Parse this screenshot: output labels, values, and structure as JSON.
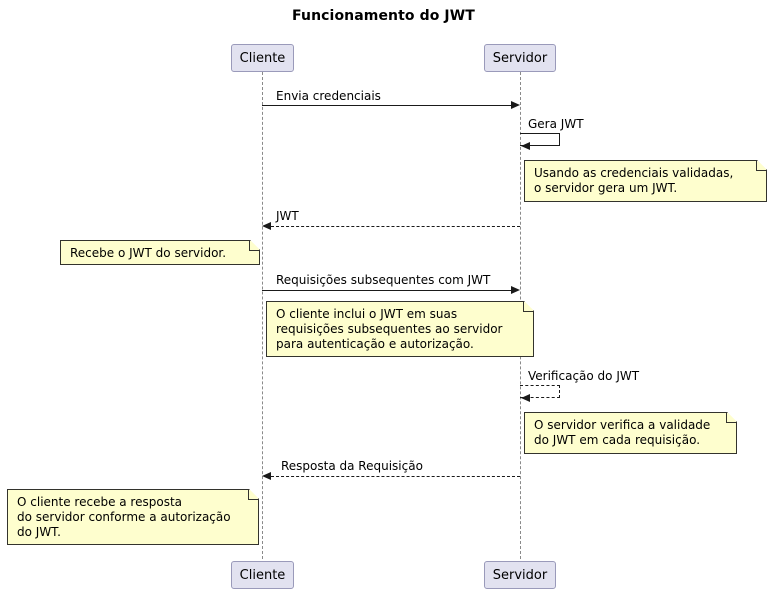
{
  "diagram": {
    "type": "uml-sequence-diagram",
    "title": "Funcionamento do JWT",
    "colors": {
      "participant_fill": "#E2E2F0",
      "participant_border": "#9A9ABA",
      "note_fill": "#FEFECE",
      "note_border": "#33332D",
      "line": "#1a1a1a",
      "lifeline": "#8a8a8a",
      "background": "#FFFFFF"
    }
  },
  "participants": [
    {
      "id": "cliente",
      "label": "Cliente"
    },
    {
      "id": "servidor",
      "label": "Servidor"
    }
  ],
  "participants_bottom": [
    {
      "id": "cliente-bottom",
      "label": "Cliente"
    },
    {
      "id": "servidor-bottom",
      "label": "Servidor"
    }
  ],
  "messages": [
    {
      "id": "m1",
      "label": "Envia credenciais",
      "from": "cliente",
      "to": "servidor",
      "style": "solid",
      "direction": "right"
    },
    {
      "id": "m2",
      "label": "Gera JWT",
      "from": "servidor",
      "to": "servidor",
      "style": "solid",
      "direction": "self"
    },
    {
      "id": "m3",
      "label": "JWT",
      "from": "servidor",
      "to": "cliente",
      "style": "dashed",
      "direction": "left"
    },
    {
      "id": "m4",
      "label": "Requisições subsequentes com JWT",
      "from": "cliente",
      "to": "servidor",
      "style": "solid",
      "direction": "right"
    },
    {
      "id": "m5",
      "label": "Verificação do JWT",
      "from": "servidor",
      "to": "servidor",
      "style": "dashed",
      "direction": "self"
    },
    {
      "id": "m6",
      "label": "Resposta da Requisição",
      "from": "servidor",
      "to": "cliente",
      "style": "dashed",
      "direction": "left"
    }
  ],
  "notes": [
    {
      "id": "n1",
      "side": "right-of-servidor",
      "text": "Usando as credenciais validadas,\no servidor gera um JWT."
    },
    {
      "id": "n2",
      "side": "left-of-cliente",
      "text": "Recebe o JWT do servidor."
    },
    {
      "id": "n3",
      "side": "right-of-cliente",
      "text": "O cliente inclui o JWT em suas\nrequisições subsequentes ao servidor\npara autenticação e autorização."
    },
    {
      "id": "n4",
      "side": "right-of-servidor",
      "text": "O servidor verifica a validade\ndo JWT em cada requisição."
    },
    {
      "id": "n5",
      "side": "left-of-cliente",
      "text": "O cliente recebe a resposta\ndo servidor conforme a autorização\ndo JWT."
    }
  ]
}
